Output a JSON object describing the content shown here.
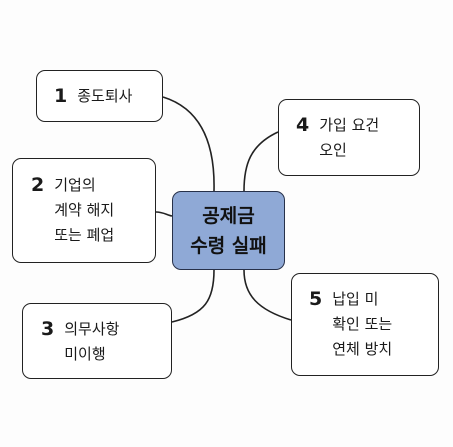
{
  "center": {
    "lines": [
      "공제금",
      "수령 실패"
    ]
  },
  "nodes": [
    {
      "number": "1",
      "lines": [
        "종도퇴사"
      ]
    },
    {
      "number": "2",
      "lines": [
        "기업의",
        "계약 해지",
        "또는 폐업"
      ]
    },
    {
      "number": "3",
      "lines": [
        "의무사항",
        "미이행"
      ]
    },
    {
      "number": "4",
      "lines": [
        "가입 요건",
        "오인"
      ]
    },
    {
      "number": "5",
      "lines": [
        "납입 미",
        "확인 또는",
        "연체 방치"
      ]
    }
  ],
  "colors": {
    "center_fill": "#8fa9d6",
    "stroke": "#222222",
    "node_fill": "#ffffff"
  }
}
